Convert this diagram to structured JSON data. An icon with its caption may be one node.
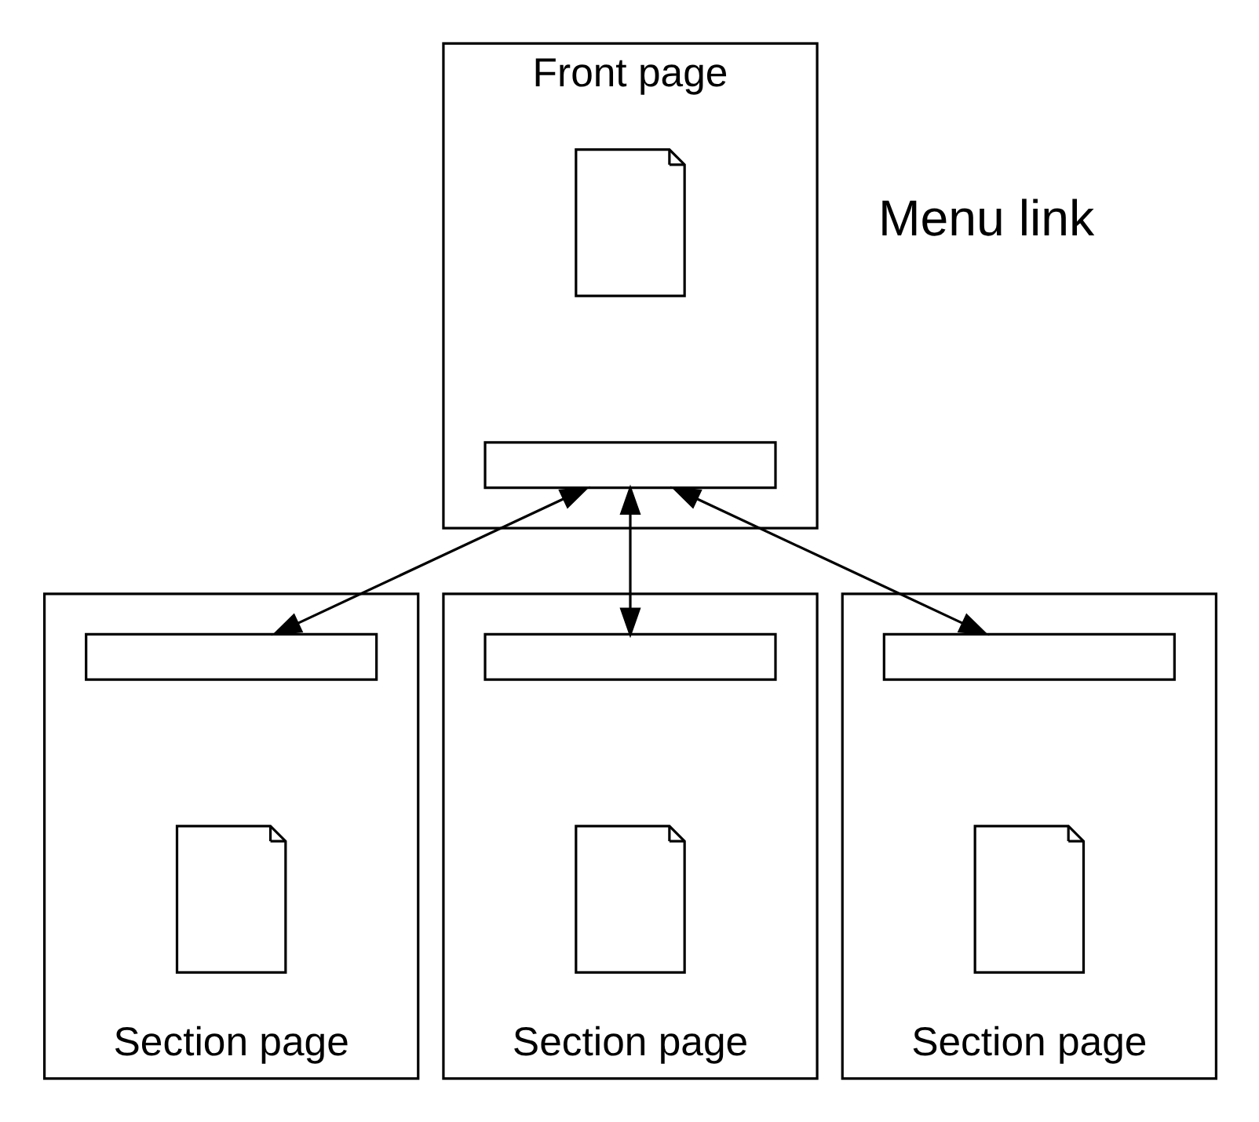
{
  "diagram": {
    "nodes": [
      {
        "text": [
          "Front page"
        ]
      },
      {
        "text": [],
        "shape": "document",
        "in": 0
      },
      {
        "text": [],
        "shape": "bar",
        "in": 0
      },
      {
        "text": [
          "Section page"
        ]
      },
      {
        "text": [],
        "shape": "bar",
        "in": 3
      },
      {
        "text": [],
        "shape": "document",
        "in": 3
      },
      {
        "text": [
          "Section page"
        ]
      },
      {
        "text": [],
        "shape": "bar",
        "in": 6
      },
      {
        "text": [],
        "shape": "document",
        "in": 6
      },
      {
        "text": [
          "Section page"
        ]
      },
      {
        "text": [],
        "shape": "bar",
        "in": 9
      },
      {
        "text": [],
        "shape": "document",
        "in": 9
      }
    ],
    "edges": [
      {
        "from": 2,
        "to": 4,
        "arrow": "both"
      },
      {
        "from": 2,
        "to": 7,
        "arrow": "both"
      },
      {
        "from": 2,
        "to": 10,
        "arrow": "both"
      }
    ],
    "labels": [
      "Menu link"
    ]
  }
}
